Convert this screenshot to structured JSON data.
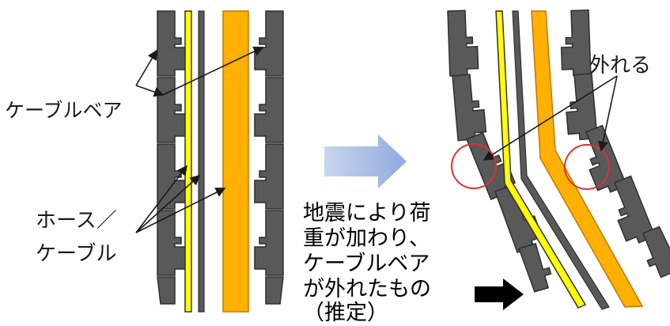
{
  "labels": {
    "cable_bear": "ケーブルベア",
    "hose_line1": "ホース／",
    "hose_line2": "ケーブル",
    "detach": "外れる"
  },
  "description": {
    "line1": "地震により荷",
    "line2": "重が加わり、",
    "line3": "ケーブルベア",
    "line4": "が外れたもの",
    "line5": "（推定）"
  },
  "colors": {
    "chain": "#595959",
    "chain_outline": "#2f2f2f",
    "yellow_cable": "#ffff00",
    "orange_hose": "#ffb000",
    "orange_outline": "#c07800",
    "transition_arrow": "#8faadc",
    "black_arrow": "#000000",
    "circle": "#e03030"
  },
  "icons": {
    "transition": "right-arrow-icon",
    "pointer": "right-arrow-icon"
  }
}
